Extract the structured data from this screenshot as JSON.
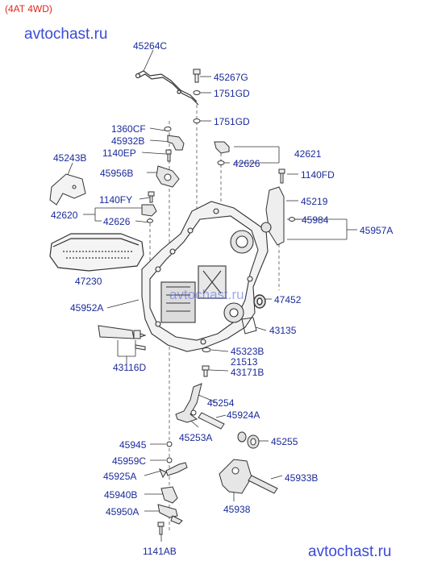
{
  "header": {
    "title": "(4AT 4WD)"
  },
  "watermark": {
    "text": "avtochast.ru"
  },
  "colors": {
    "label": "#1a2a9a",
    "title": "#e0261c",
    "watermark": "#3a4ad8",
    "line": "#444444"
  },
  "parts": [
    {
      "id": "45264C",
      "label": "45264C"
    },
    {
      "id": "45267G",
      "label": "45267G"
    },
    {
      "id": "1751GD_a",
      "label": "1751GD"
    },
    {
      "id": "1751GD_b",
      "label": "1751GD"
    },
    {
      "id": "1360CF",
      "label": "1360CF"
    },
    {
      "id": "45932B",
      "label": "45932B"
    },
    {
      "id": "1140EP",
      "label": "1140EP"
    },
    {
      "id": "45956B",
      "label": "45956B"
    },
    {
      "id": "45243B",
      "label": "45243B"
    },
    {
      "id": "42621",
      "label": "42621"
    },
    {
      "id": "42626_a",
      "label": "42626"
    },
    {
      "id": "1140FD",
      "label": "1140FD"
    },
    {
      "id": "1140FY",
      "label": "1140FY"
    },
    {
      "id": "45219",
      "label": "45219"
    },
    {
      "id": "42620",
      "label": "42620"
    },
    {
      "id": "42626_b",
      "label": "42626"
    },
    {
      "id": "45984",
      "label": "45984"
    },
    {
      "id": "45957A",
      "label": "45957A"
    },
    {
      "id": "47230",
      "label": "47230"
    },
    {
      "id": "47452",
      "label": "47452"
    },
    {
      "id": "45952A",
      "label": "45952A"
    },
    {
      "id": "43135",
      "label": "43135"
    },
    {
      "id": "45323B",
      "label": "45323B"
    },
    {
      "id": "21513",
      "label": "21513"
    },
    {
      "id": "43116D",
      "label": "43116D"
    },
    {
      "id": "43171B",
      "label": "43171B"
    },
    {
      "id": "45254",
      "label": "45254"
    },
    {
      "id": "45924A",
      "label": "45924A"
    },
    {
      "id": "45253A",
      "label": "45253A"
    },
    {
      "id": "45255",
      "label": "45255"
    },
    {
      "id": "45945",
      "label": "45945"
    },
    {
      "id": "45959C",
      "label": "45959C"
    },
    {
      "id": "45925A",
      "label": "45925A"
    },
    {
      "id": "45933B",
      "label": "45933B"
    },
    {
      "id": "45940B",
      "label": "45940B"
    },
    {
      "id": "45938",
      "label": "45938"
    },
    {
      "id": "45950A",
      "label": "45950A"
    },
    {
      "id": "1141AB",
      "label": "1141AB"
    }
  ]
}
